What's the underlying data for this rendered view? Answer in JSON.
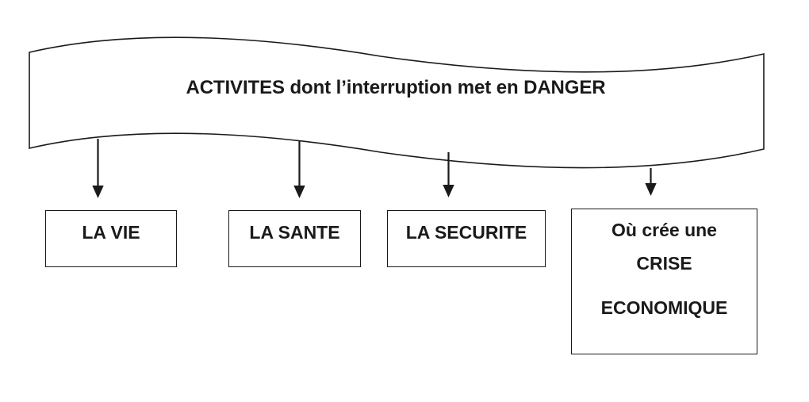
{
  "banner": {
    "title": "ACTIVITES dont l’interruption met en DANGER"
  },
  "boxes": [
    {
      "label": "LA VIE"
    },
    {
      "label": "LA SANTE"
    },
    {
      "label": "LA SECURITE"
    },
    {
      "lines": [
        "Où crée une",
        "CRISE",
        "ECONOMIQUE"
      ]
    }
  ],
  "icons": {
    "arrow_down": "▼"
  },
  "colors": {
    "ink": "#1a1a1a",
    "background": "#ffffff"
  }
}
